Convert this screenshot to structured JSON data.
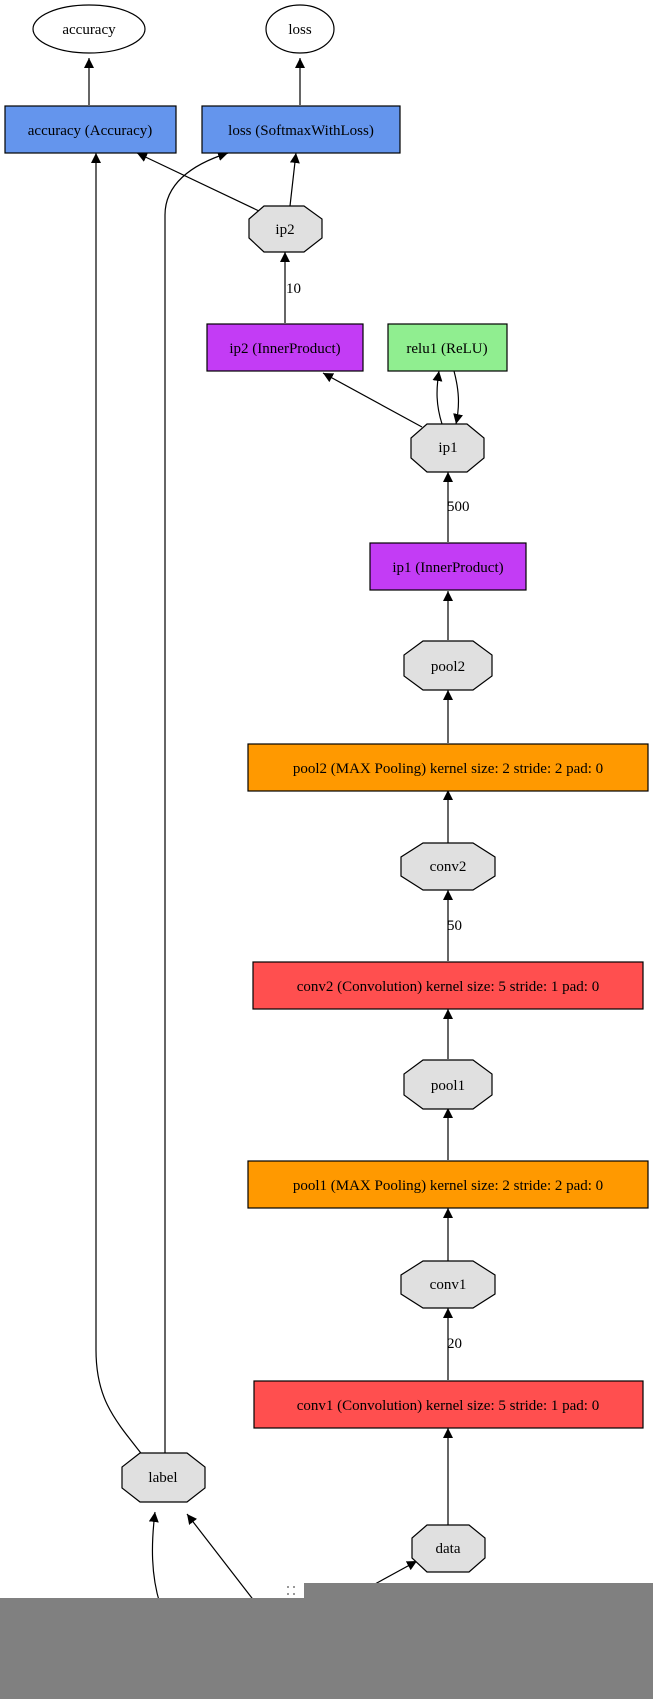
{
  "colors": {
    "loss_layer": "#6495ed",
    "innerproduct": "#c33cf5",
    "relu": "#90ee90",
    "pooling": "#ff9900",
    "convolution": "#ff4f4f",
    "blob": "#e0e0e0",
    "ellipse": "#ffffff",
    "footer": "#808080"
  },
  "nodes": {
    "accuracy_out": "accuracy",
    "loss_out": "loss",
    "accuracy_layer": "accuracy (Accuracy)",
    "loss_layer": "loss (SoftmaxWithLoss)",
    "ip2_blob": "ip2",
    "ip2_layer": "ip2 (InnerProduct)",
    "relu1_layer": "relu1 (ReLU)",
    "ip1_blob": "ip1",
    "ip1_layer": "ip1 (InnerProduct)",
    "pool2_blob": "pool2",
    "pool2_layer": "pool2 (MAX Pooling) kernel size: 2 stride: 2 pad: 0",
    "conv2_blob": "conv2",
    "conv2_layer": "conv2 (Convolution) kernel size: 5 stride: 1 pad: 0",
    "pool1_blob": "pool1",
    "pool1_layer": "pool1 (MAX Pooling) kernel size: 2 stride: 2 pad: 0",
    "conv1_blob": "conv1",
    "conv1_layer": "conv1 (Convolution) kernel size: 5 stride: 1 pad: 0",
    "label_blob": "label",
    "data_blob": "data"
  },
  "edge_labels": {
    "ip2_out": "10",
    "ip1_out": "500",
    "conv2_out": "50",
    "conv1_out": "20"
  }
}
